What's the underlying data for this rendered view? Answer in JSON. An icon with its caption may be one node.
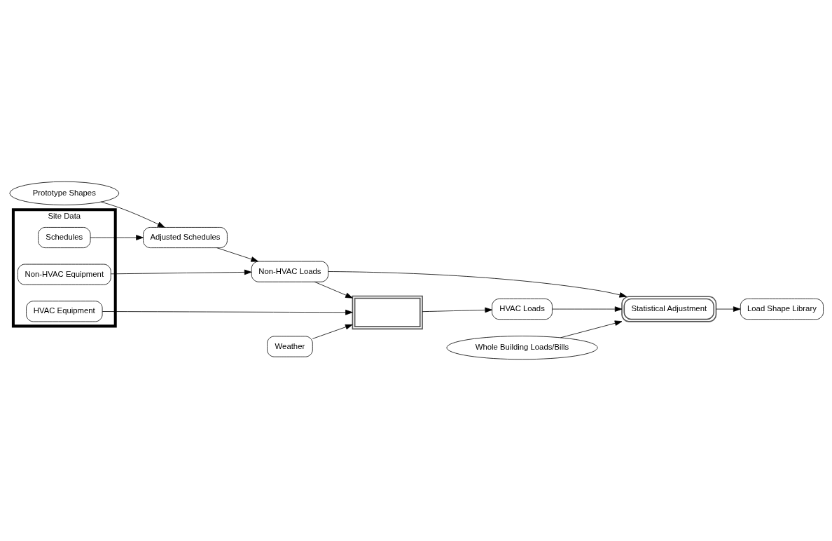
{
  "diagram": {
    "nodes": [
      {
        "text": [
          "Prototype Shapes"
        ]
      },
      {
        "text": [
          "Whole Building Loads/Bills"
        ]
      },
      {
        "text": [
          "Site Data"
        ]
      },
      {
        "text": [
          "Schedules"
        ],
        "in": 2
      },
      {
        "text": [
          "Adjusted Schedules"
        ]
      },
      {
        "text": [
          "Non-HVAC Equipment"
        ],
        "in": 2
      },
      {
        "text": [
          "Non-HVAC Loads"
        ]
      },
      {
        "text": [
          "Statistical Adjustment"
        ]
      },
      {
        "text": [
          "HVAC Equipment"
        ],
        "in": 2
      },
      {
        "text": [],
        "shape": "box"
      },
      {
        "text": [
          "HVAC Loads"
        ]
      },
      {
        "text": [
          "Load Shape Library"
        ]
      },
      {
        "text": [
          "Weather"
        ]
      }
    ],
    "edges": [
      {
        "from": 0,
        "to": 4,
        "arrow": "to"
      },
      {
        "from": 3,
        "to": 4,
        "arrow": "to"
      },
      {
        "from": 4,
        "to": 6,
        "arrow": "to"
      },
      {
        "from": 5,
        "to": 6,
        "arrow": "to"
      },
      {
        "from": 6,
        "to": 7,
        "arrow": "to"
      },
      {
        "from": 1,
        "to": 7,
        "arrow": "to"
      },
      {
        "from": 6,
        "to": 9,
        "arrow": "to"
      },
      {
        "from": 8,
        "to": 9,
        "arrow": "to"
      },
      {
        "from": 12,
        "to": 9,
        "arrow": "to"
      },
      {
        "from": 9,
        "to": 10,
        "arrow": "to"
      },
      {
        "from": 10,
        "to": 7,
        "arrow": "to"
      },
      {
        "from": 7,
        "to": 11,
        "arrow": "to"
      }
    ]
  }
}
